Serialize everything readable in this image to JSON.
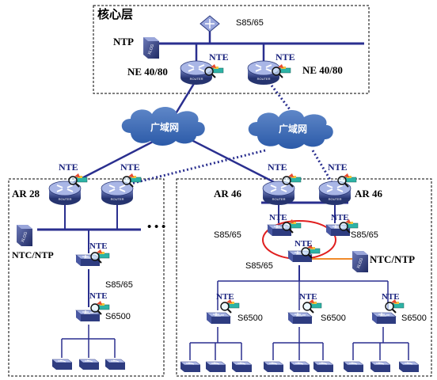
{
  "regions": {
    "core_title": "核心层"
  },
  "core": {
    "ntp_label": "NTP",
    "ne_left_label": "NE 40/80",
    "ne_right_label": "NE 40/80",
    "core_switch_label": "S85/65",
    "nte_left": "NTE",
    "nte_right": "NTE"
  },
  "wan": {
    "left_label": "广域网",
    "right_label": "广域网"
  },
  "left_region": {
    "router_label": "AR 28",
    "nte_router1": "NTE",
    "nte_router2": "NTE",
    "ntc_label": "NTC/NTP",
    "switch_nte": "NTE",
    "switch_label": "S85/65",
    "access_nte": "NTE",
    "access_label": "S6500"
  },
  "ellipsis": "• • •",
  "right_region": {
    "router_left_label": "AR 46",
    "router_right_label": "AR 46",
    "nte_router1": "NTE",
    "nte_router2": "NTE",
    "nte_sw_left": "NTE",
    "nte_sw_right": "NTE",
    "nte_sw_center": "NTE",
    "sw_left_label": "S85/65",
    "sw_right_label": "S85/65",
    "sw_center_label": "S85/65",
    "ntc_label": "NTC/NTP",
    "access1_nte": "NTE",
    "access1_label": "S6500",
    "access2_nte": "NTE",
    "access2_label": "S6500",
    "access3_nte": "NTE",
    "access3_label": "S6500"
  },
  "device_text": {
    "router": "ROUTER",
    "server": "XLOG"
  }
}
